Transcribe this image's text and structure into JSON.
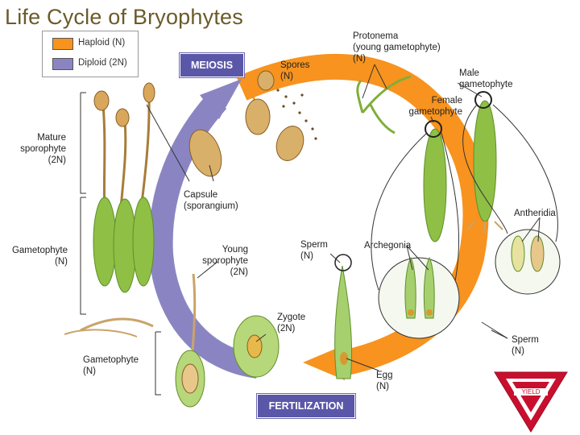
{
  "title": "Life Cycle of Bryophytes",
  "legend": {
    "haploid": {
      "label": "Haploid (N)",
      "color": "#f7931e"
    },
    "diploid": {
      "label": "Diploid (2N)",
      "color": "#8a85c2"
    }
  },
  "stages": {
    "meiosis": "MEIOSIS",
    "fertilization": "FERTILIZATION"
  },
  "labels": {
    "spores": "Spores\n(N)",
    "protonema": "Protonema\n(young gametophyte)\n(N)",
    "male_gametophyte": "Male\ngametophyte",
    "female_gametophyte": "Female\ngametophyte",
    "mature_sporophyte": "Mature\nsporophyte\n(2N)",
    "capsule": "Capsule\n(sporangium)",
    "gametophyte_left": "Gametophyte\n(N)",
    "young_sporophyte": "Young\nsporophyte\n(2N)",
    "sperm_top": "Sperm\n(N)",
    "archegonia": "Archegonia",
    "antheridia": "Antheridia",
    "zygote": "Zygote\n(2N)",
    "gametophyte_bottom": "Gametophyte\n(N)",
    "egg": "Egg\n(N)",
    "sperm_right": "Sperm\n(N)"
  },
  "sign": {
    "text": "YIELD",
    "color": "#c8102e"
  },
  "colors": {
    "meiosis_banner": "#5b57a8",
    "fertilization_banner": "#5b57a8",
    "plant_green": "#7fae3a"
  }
}
